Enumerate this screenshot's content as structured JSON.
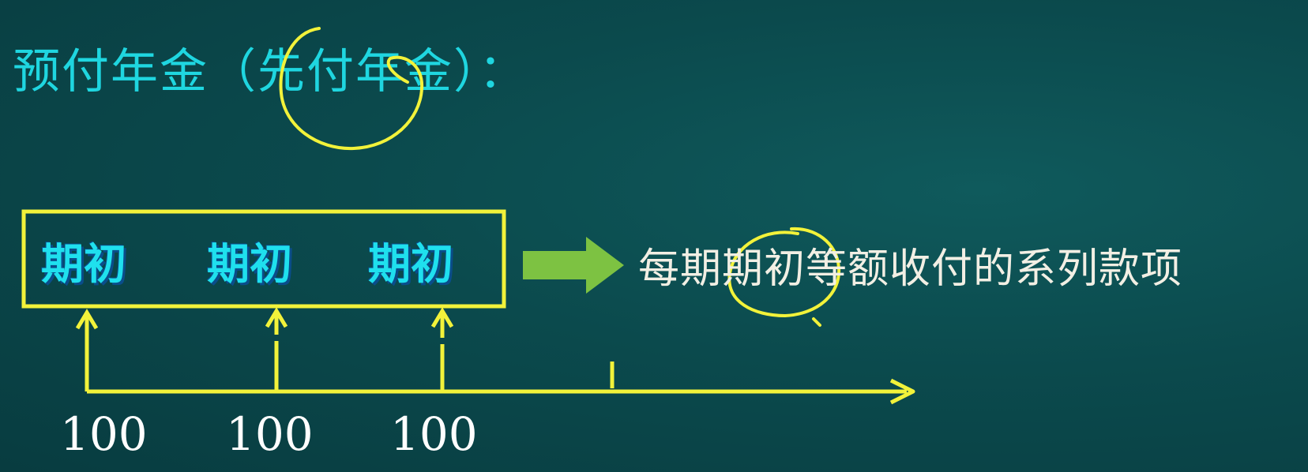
{
  "title": "预付年金（先付年金）：",
  "terms": [
    "期初",
    "期初",
    "期初"
  ],
  "description": "每期期初等额收付的系列款项",
  "amounts": [
    "100",
    "100",
    "100"
  ],
  "colors": {
    "background": "#0b4a4d",
    "title": "#1fd6e0",
    "box_and_axis": "#f2f23a",
    "arrow": "#7dc242",
    "description": "#f2efe4",
    "handwritten_circle": "#f2f23a"
  }
}
